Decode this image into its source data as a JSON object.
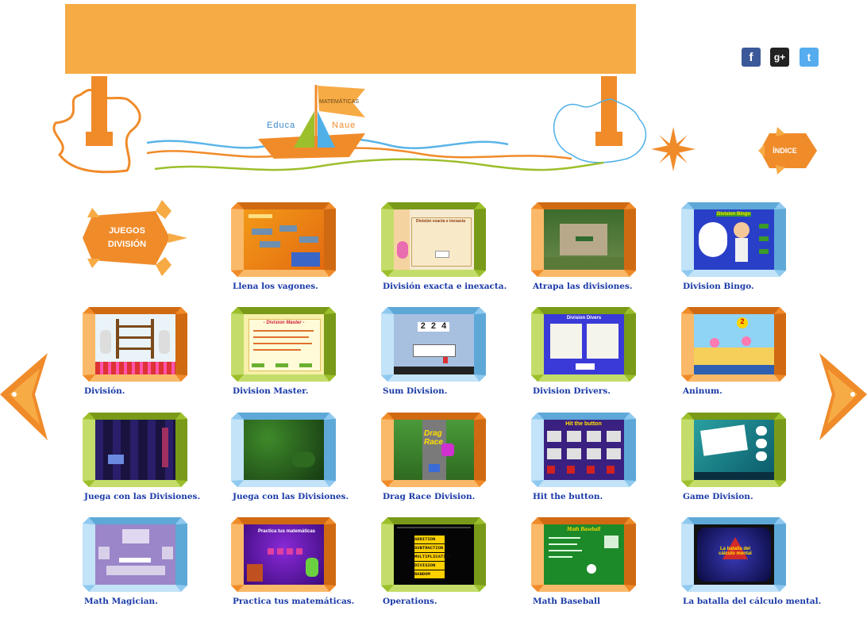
{
  "social": {
    "facebook": "f",
    "google": "g+",
    "twitter": "t"
  },
  "logo": {
    "mast_label": "MATEMÁTICAS",
    "word_left": "Educa",
    "word_right": "Naue"
  },
  "nav": {
    "indice_label": "ÍNDICE",
    "section_line1": "JUEGOS",
    "section_line2": "DIVISIÓN"
  },
  "colors": {
    "banner": "#f7ab45",
    "orange": "#f08b2a",
    "green": "#9cbf2c",
    "blue": "#8fc9ef",
    "link": "#1a3aa8"
  },
  "games": [
    {
      "title": "Llena los vagones.",
      "frame": "orange"
    },
    {
      "title": "División exacta e inexacta.",
      "frame": "green"
    },
    {
      "title": "Atrapa las divisiones.",
      "frame": "orange"
    },
    {
      "title": "Division Bingo.",
      "frame": "blue"
    },
    {
      "title": "División.",
      "frame": "orange"
    },
    {
      "title": "Division Master.",
      "frame": "green"
    },
    {
      "title": "Sum Division.",
      "frame": "blue"
    },
    {
      "title": "Division Drivers.",
      "frame": "green"
    },
    {
      "title": "Aninum.",
      "frame": "orange"
    },
    {
      "title": "Juega con las Divisiones.",
      "frame": "green"
    },
    {
      "title": "Juega con las Divisiones.",
      "frame": "blue"
    },
    {
      "title": "Drag Race Division.",
      "frame": "orange"
    },
    {
      "title": "Hit the button.",
      "frame": "blue"
    },
    {
      "title": "Game Division.",
      "frame": "green"
    },
    {
      "title": "Math Magician.",
      "frame": "blue"
    },
    {
      "title": "Practica tus matemáticas.",
      "frame": "orange"
    },
    {
      "title": "Operations.",
      "frame": "green"
    },
    {
      "title": "Math Baseball",
      "frame": "orange"
    },
    {
      "title": "La batalla del cálculo mental.",
      "frame": "blue"
    }
  ],
  "thumbs": {
    "g1": "",
    "g2": "División exacta e inexacta",
    "g3": "",
    "g4": "Division Bingo",
    "g6": "- Division Master -",
    "g7": "2 2 4",
    "g8": "Division Divers",
    "g9": "2",
    "g12": "Drag Race",
    "g13": "Hit the button",
    "g14": "",
    "g16": "Practica tus matemáticas",
    "g17": [
      "ADDITION",
      "SUBTRACTION",
      "MULTIPLICATION",
      "DIVISION",
      "RANDOM"
    ],
    "g18": "Math Baseball",
    "g19": "La batalla del cálculo mental"
  }
}
